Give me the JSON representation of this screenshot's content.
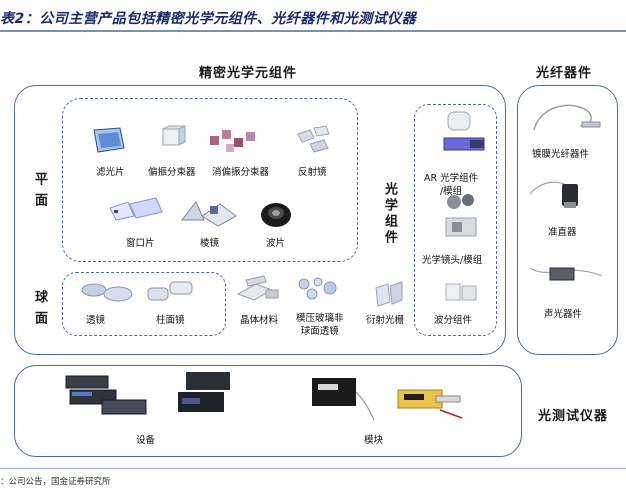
{
  "title": "表2：公司主营产品包括精密光学元组件、光纤器件和光测试仪器",
  "source": "：公司公告，国金证券研究所",
  "sections": {
    "optical": "精密光学元组件",
    "fiber": "光纤器件",
    "test": "光测试仪器"
  },
  "side_labels": {
    "plane": "平面",
    "sphere": "球面",
    "assembly": "光学组件"
  },
  "items": {
    "filter": "滤光片",
    "beam_splitter": "偏振分束器",
    "depolarizing": "消偏振分束器",
    "mirror": "反射镜",
    "window": "窗口片",
    "prism": "棱镜",
    "waveplate": "波片",
    "lens": "透镜",
    "cylindrical": "柱面镜",
    "crystal": "晶体材料",
    "molded_asphere": "模压玻璃非\n球面透镜",
    "grating": "衍射光栅",
    "ar_module": "AR 光学组件\n/模组",
    "lens_module": "光学镜头/模组",
    "wavelength": "波分组件",
    "coated_fiber": "镀膜光纤器件",
    "collimator": "准直器",
    "acousto": "声光器件",
    "equipment": "设备",
    "module": "模块"
  }
}
